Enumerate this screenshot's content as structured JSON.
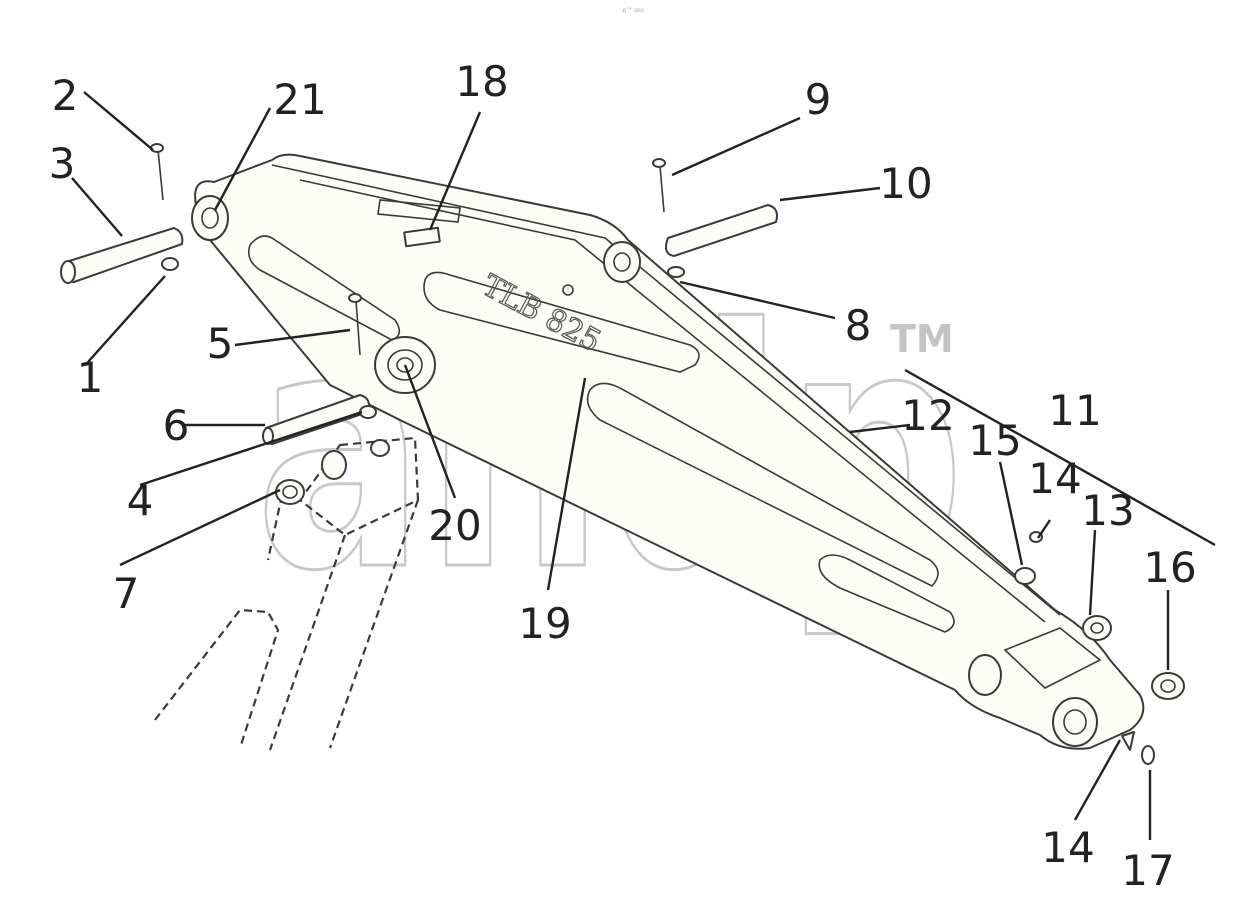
{
  "top_note": "д™ sos",
  "watermark": {
    "text": "andp",
    "trademark": "TM"
  },
  "engraving": "TLB 825",
  "callouts": [
    "1",
    "2",
    "3",
    "4",
    "5",
    "6",
    "7",
    "8",
    "9",
    "10",
    "11",
    "12",
    "13",
    "14",
    "15",
    "14",
    "16",
    "17",
    "18",
    "19",
    "20",
    "21"
  ]
}
